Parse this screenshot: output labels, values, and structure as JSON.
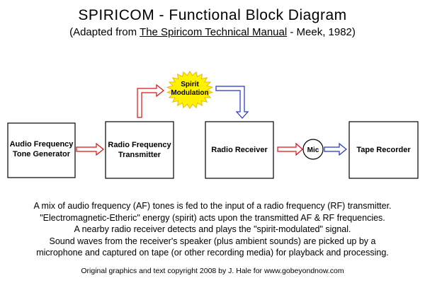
{
  "header": {
    "title": "SPIRICOM  -  Functional Block Diagram",
    "subtitle_prefix": "(Adapted from ",
    "subtitle_book": "The Spiricom Technical Manual",
    "subtitle_suffix": " - Meek, 1982)"
  },
  "diagram": {
    "boxes": {
      "af_line1": "Audio Frequency",
      "af_line2": "Tone Generator",
      "rf_line1": "Radio Frequency",
      "rf_line2": "Transmitter",
      "receiver": "Radio Receiver",
      "recorder": "Tape Recorder"
    },
    "mic": "Mic",
    "burst_line1": "Spirit",
    "burst_line2": "Modulation",
    "colors": {
      "red_arrow": "#e01010",
      "blue_arrow": "#2233cc",
      "burst_fill": "#fff200",
      "burst_stroke": "#e8b800"
    }
  },
  "description": [
    "A mix of audio frequency (AF) tones is fed to the input of a radio frequency (RF) transmitter.",
    "\"Electromagnetic-Etheric\" energy (spirit) acts upon the transmitted AF & RF frequencies.",
    "A nearby radio receiver detects and plays the \"spirit-modulated\" signal.",
    "Sound waves from the receiver's speaker (plus ambient sounds) are picked up by a",
    "microphone and captured on tape (or other recording media) for playback and processing."
  ],
  "footer": {
    "copyright": "Original graphics and text copyright 2008 by J. Hale for www.gobeyondnow.com"
  }
}
